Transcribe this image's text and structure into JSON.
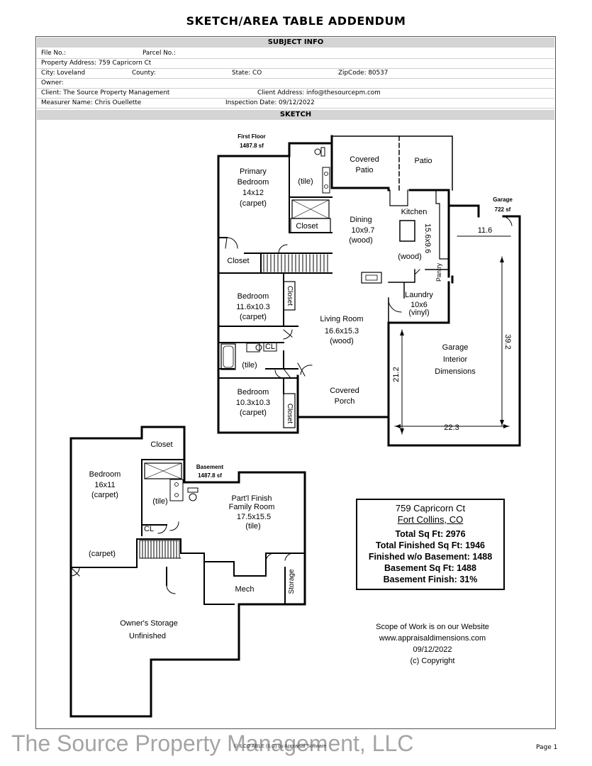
{
  "title": "SKETCH/AREA TABLE ADDENDUM",
  "subject_info": {
    "header": "SUBJECT INFO",
    "file_no_label": "File No.:",
    "parcel_no_label": "Parcel No.:",
    "property_address": "Property Address: 759 Capricorn Ct",
    "city": "City: Loveland",
    "county_label": "County:",
    "state": "State: CO",
    "zipcode": "ZipCode: 80537",
    "owner_label": "Owner:",
    "client": "Client: The Source Property Management",
    "client_address": "Client Address: info@thesourcepm.com",
    "measurer": "Measurer Name: Chris Ouellette",
    "inspection_date": "Inspection Date: 09/12/2022"
  },
  "sketch": {
    "header": "SKETCH",
    "first_floor_label": "First Floor",
    "first_floor_area": "1487.8 sf",
    "garage_label": "Garage",
    "garage_area": "722 sf",
    "basement_label": "Basement",
    "basement_area": "1487.8 sf",
    "rooms": {
      "primary_bedroom": [
        "Primary",
        "Bedroom",
        "14x12",
        "(carpet)"
      ],
      "bath_tile": "(tile)",
      "closet_primary": "Closet",
      "closet_left": "Closet",
      "covered_patio": [
        "Covered",
        "Patio"
      ],
      "patio": "Patio",
      "dining": [
        "Dining",
        "10x9.7",
        "(wood)"
      ],
      "kitchen": "Kitchen",
      "kitchen_dim": "15.6x9.6",
      "kitchen_floor": "(wood)",
      "pantry": "Pantry",
      "bedroom2": [
        "Bedroom",
        "11.6x10.3",
        "(carpet)"
      ],
      "closet_bed2": "Closet",
      "living_room": [
        "Living Room",
        "16.6x15.3",
        "(wood)"
      ],
      "laundry": [
        "Laundry",
        "10x6",
        "(vinyl)"
      ],
      "cl": "CL",
      "bath2_tile": "(tile)",
      "bedroom3": [
        "Bedroom",
        "10.3x10.3",
        "(carpet)"
      ],
      "closet_bed3": "Closet",
      "covered_porch": [
        "Covered",
        "Porch"
      ],
      "garage_interior": [
        "Garage",
        "Interior",
        "Dimensions"
      ],
      "dim_11_6": "11.6",
      "dim_39_2": "39.2",
      "dim_21_2": "21.2",
      "dim_22_3": "22.3",
      "basement_closet": "Closet",
      "basement_bedroom": [
        "Bedroom",
        "16x11",
        "(carpet)"
      ],
      "basement_bath_tile": "(tile)",
      "basement_cl": "CL",
      "basement_carpet": "(carpet)",
      "family_room": [
        "Part'l Finish",
        "Family Room",
        "17.5x15.5",
        "(tile)"
      ],
      "mech": "Mech",
      "storage": "Storage",
      "owners_storage": [
        "Owner's Storage",
        "Unfinished"
      ]
    }
  },
  "summary": {
    "address": "759 Capricorn Ct",
    "city": "Fort Collins, CO",
    "total_sq_ft": "Total Sq Ft: 2976",
    "total_finished": "Total Finished Sq Ft: 1946",
    "finished_wo_basement": "Finished w/o Basement: 1488",
    "basement_sq_ft": "Basement Sq Ft: 1488",
    "basement_finish": "Basement Finish: 31%"
  },
  "scope": {
    "line1": "Scope of Work is on our Website",
    "line2": "www.appraisaldimensions.com",
    "line3": "09/12/2022",
    "line4": "(c) Copyright"
  },
  "footer": {
    "watermark": "The Source Property Management, LLC",
    "software": "© ILCO ABLE (ILC) by Appraisal Software",
    "page": "Page 1"
  }
}
